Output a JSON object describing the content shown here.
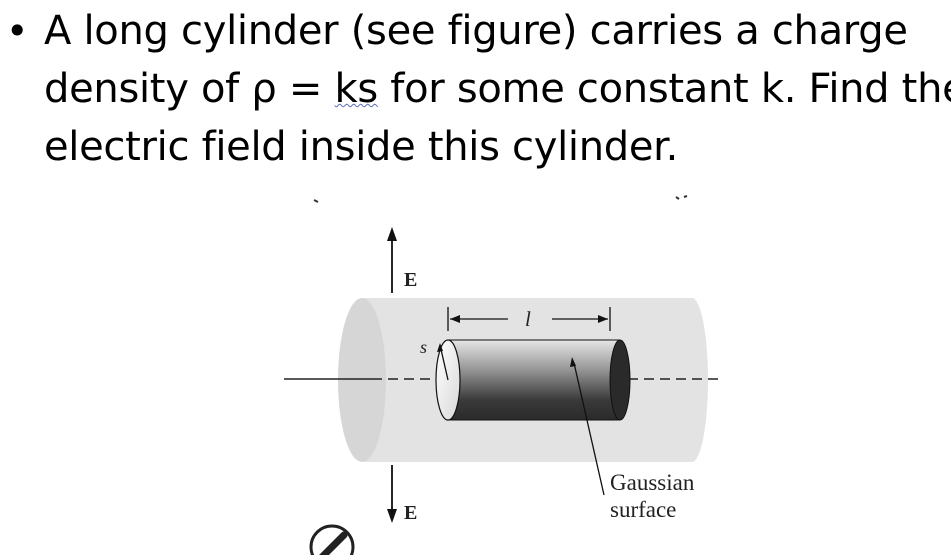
{
  "problem": {
    "bullet": "•",
    "line1": "A long cylinder (see figure) carries a charge",
    "line2_pre": "density of ρ = ",
    "line2_ks": "ks",
    "line2_post": " for some constant k. Find the",
    "line3": "electric field inside this cylinder."
  },
  "figure": {
    "field_label_top": "E",
    "field_label_bottom": "E",
    "radius_label": "s",
    "length_label": "l",
    "gaussian_label_1": "Gaussian",
    "gaussian_label_2": "surface"
  }
}
